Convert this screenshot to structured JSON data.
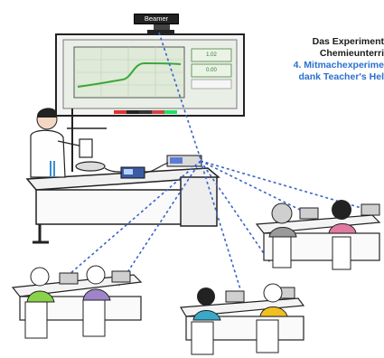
{
  "beamer": {
    "label": "Beamer"
  },
  "screen": {
    "readout_1": "1.02",
    "readout_2": "0.00"
  },
  "caption": {
    "line1": "Das Experiment",
    "line2": "Chemieunterri",
    "line3": "4. Mitmachexperime",
    "line4": "dank Teacher's Hel"
  },
  "colors": {
    "link_line": "#3b63c9",
    "accent_text": "#2a6fd0",
    "curve": "#3aa63a"
  },
  "students": {
    "front_left_1_shirt": "#8bd14a",
    "front_left_2_shirt": "#9e84c9",
    "front_mid_1_shirt": "#3aa9c9",
    "front_mid_2_shirt": "#f0c020",
    "back_right_1_shirt": "#9a9a9a",
    "back_right_2_shirt": "#e07aa0"
  }
}
